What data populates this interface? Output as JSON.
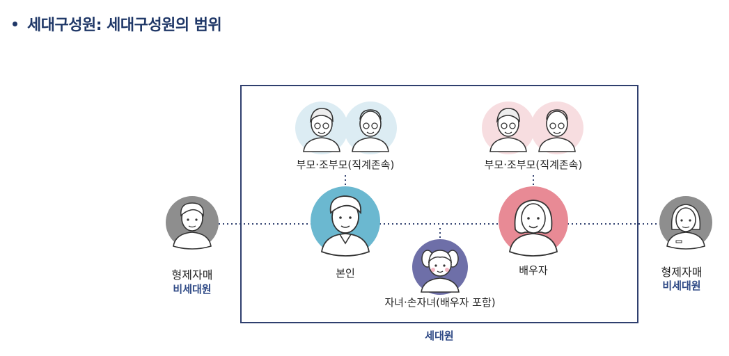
{
  "heading": {
    "text": "세대구성원: 세대구성원의 범위"
  },
  "left_parents": {
    "label": "부모·조부모(직계존속)"
  },
  "right_parents": {
    "label": "부모·조부모(직계존속)"
  },
  "self": {
    "label": "본인"
  },
  "spouse": {
    "label": "배우자"
  },
  "children": {
    "label": "자녀·손자녀(배우자 포함)"
  },
  "left_sibling": {
    "label": "형제자매",
    "status": "비세대원"
  },
  "right_sibling": {
    "label": "형제자매",
    "status": "비세대원"
  },
  "household": {
    "label": "세대원"
  },
  "colors": {
    "navy": "#2f3f6e",
    "self_circle": "#6bb8d0",
    "spouse_circle": "#e88a95",
    "child_circle": "#6e6fa8",
    "sibling_circle": "#8e8e8e",
    "left_parent_circle": "#dcecf3",
    "right_parent_circle": "#f7dde0"
  }
}
